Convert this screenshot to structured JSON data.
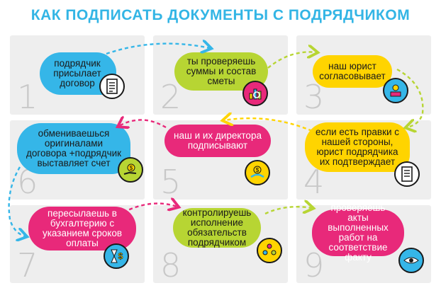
{
  "title": "КАК ПОДПИСАТЬ ДОКУМЕНТЫ С ПОДРЯДЧИКОМ",
  "steps": [
    {
      "number": "1",
      "text": "подрядчик присылает договор",
      "color": "#35b6e8",
      "icon": "document-icon"
    },
    {
      "number": "2",
      "text": "ты проверяешь суммы и состав сметы",
      "color": "#b7d533",
      "icon": "chart-magnifier-icon"
    },
    {
      "number": "3",
      "text": "наш юрист согласовывает",
      "color": "#ffd400",
      "icon": "lawyer-laptop-icon"
    },
    {
      "number": "4",
      "text": "если есть правки с нашей стороны, юрист подрядчика их подтверждает",
      "color": "#ffd400",
      "icon": "document-icon"
    },
    {
      "number": "5",
      "text": "наш и их директора подписывают",
      "color": "#e8297a",
      "icon": "handshake-money-icon"
    },
    {
      "number": "6",
      "text": "обмениваешься оригиналами договора +подрядчик выставляет счет",
      "color": "#35b6e8",
      "icon": "hand-coin-icon"
    },
    {
      "number": "7",
      "text": "пересылаешь в бухгалтерию с указанием сроков оплаты",
      "color": "#e8297a",
      "icon": "hourglass-dollar-icon"
    },
    {
      "number": "8",
      "text": "контролируешь исполнение обязательств подрядчиком",
      "color": "#b7d533",
      "icon": "team-icon"
    },
    {
      "number": "9",
      "text": "проверяешь акты выполненных работ на соответствие факту",
      "color": "#e8297a",
      "icon": "eye-magnifier-icon"
    }
  ],
  "colors": {
    "title": "#33b5e5",
    "panel": "#eeeeee",
    "number": "#c8c8c8"
  }
}
